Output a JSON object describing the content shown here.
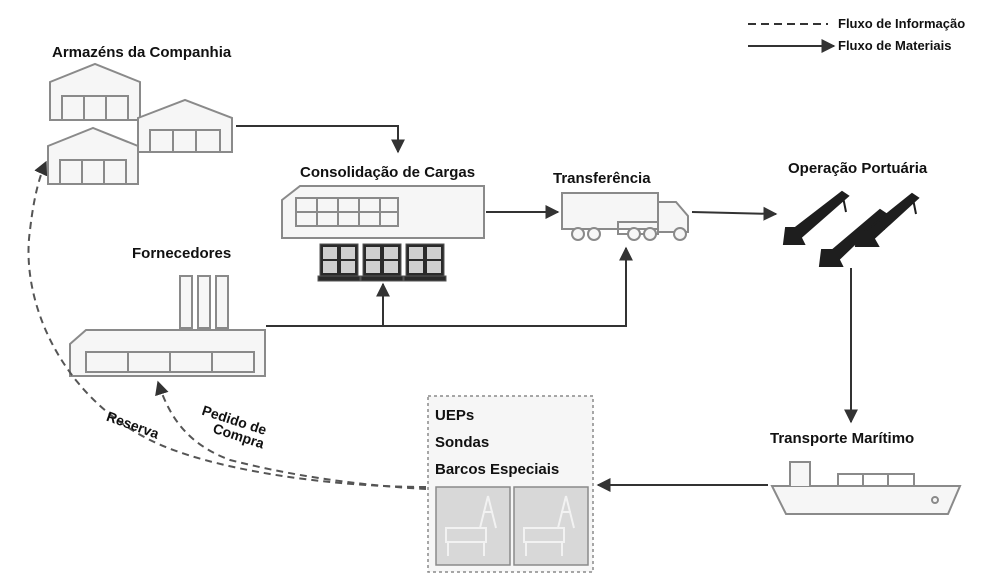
{
  "legend": {
    "info_flow": "Fluxo de Informação",
    "material_flow": "Fluxo de Materiais"
  },
  "nodes": {
    "warehouses": "Armazéns da Companhia",
    "consolidation": "Consolidação de Cargas",
    "transfer": "Transferência",
    "port": "Operação Portuária",
    "suppliers": "Fornecedores",
    "maritime": "Transporte Marítimo"
  },
  "destinations": [
    "UEPs",
    "Sondas",
    "Barcos Especiais"
  ],
  "flow_labels": {
    "reserve": "Reserva",
    "purchase_order_1": "Pedido de",
    "purchase_order_2": "Compra"
  },
  "colors": {
    "line": "#333333",
    "icon_stroke": "#8a8a8a",
    "icon_fill": "#f4f4f4",
    "crane": "#1e1e1e"
  }
}
